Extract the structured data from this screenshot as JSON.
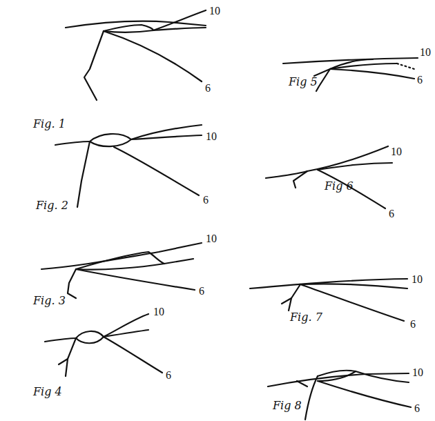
{
  "diagram": {
    "labels": [
      "10",
      "Fig. 1",
      "6",
      "10",
      "Fig 5",
      "6",
      "10",
      "Fig. 2",
      "6",
      "10",
      "Fig 6",
      "6",
      "10",
      "Fig. 3",
      "6",
      "10",
      "Fig. 7",
      "6",
      "10",
      "Fig 4",
      "6",
      "10",
      "Fig 8",
      "6"
    ]
  }
}
